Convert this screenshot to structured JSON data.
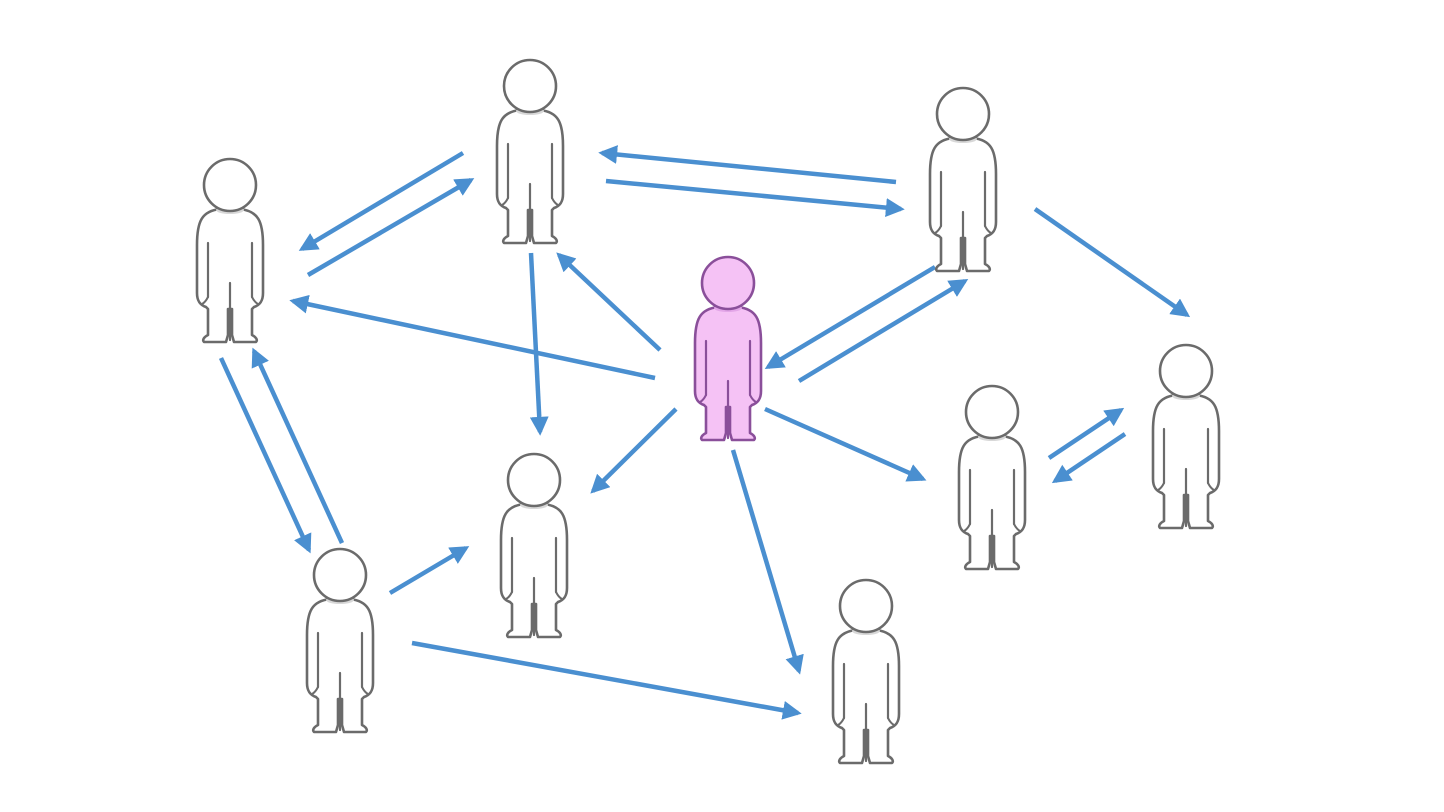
{
  "colors": {
    "background": "#ffffff",
    "arrow": "#4a8fd0",
    "person_fill": "#ffffff",
    "person_stroke": "#6b6b6b",
    "highlight_fill": "#f5c2f5",
    "highlight_stroke": "#8a4f9a"
  },
  "nodes": [
    {
      "id": "p1",
      "highlighted": false
    },
    {
      "id": "p2",
      "highlighted": false
    },
    {
      "id": "p3",
      "highlighted": false
    },
    {
      "id": "center",
      "highlighted": true
    },
    {
      "id": "p5",
      "highlighted": false
    },
    {
      "id": "p6",
      "highlighted": false
    },
    {
      "id": "p7",
      "highlighted": false
    },
    {
      "id": "p8",
      "highlighted": false
    },
    {
      "id": "p9",
      "highlighted": false
    }
  ],
  "edges": [
    {
      "from": "p2",
      "to": "p1"
    },
    {
      "from": "p1",
      "to": "p2"
    },
    {
      "from": "p3",
      "to": "p2"
    },
    {
      "from": "p2",
      "to": "p3"
    },
    {
      "from": "p3",
      "to": "p5"
    },
    {
      "from": "p3",
      "to": "center"
    },
    {
      "from": "center",
      "to": "p3"
    },
    {
      "from": "center",
      "to": "p2"
    },
    {
      "from": "center",
      "to": "p1"
    },
    {
      "from": "p2",
      "to": "p7"
    },
    {
      "from": "center",
      "to": "p7"
    },
    {
      "from": "center",
      "to": "p6"
    },
    {
      "from": "center",
      "to": "p9"
    },
    {
      "from": "p6",
      "to": "p5"
    },
    {
      "from": "p5",
      "to": "p6"
    },
    {
      "from": "p1",
      "to": "p8"
    },
    {
      "from": "p8",
      "to": "p1"
    },
    {
      "from": "p8",
      "to": "p7"
    },
    {
      "from": "p8",
      "to": "p9"
    }
  ]
}
